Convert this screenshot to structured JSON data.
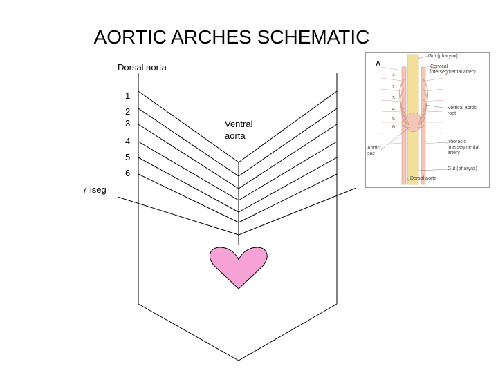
{
  "title": "AORTIC ARCHES SCHEMATIC",
  "labels": {
    "dorsal_aorta": "Dorsal aorta",
    "arch_1": "1",
    "arch_2": "2",
    "arch_3": "3",
    "arch_4": "4",
    "arch_5": "5",
    "arch_6": "6",
    "seg_7": "7 iseg",
    "ventral_aorta": "Ventral aorta"
  },
  "heart_color": "#f7a2d6",
  "inset": {
    "panel_letter": "A",
    "gut_pharynx_top": "Gut (pharynx)",
    "cervical": "Cervical intersegmental artery",
    "vertical": "Vertical aortic root",
    "thoracic": "Thoracic intersegmental artery",
    "aortic_sac": "Aortic sac",
    "gut_pharynx_bottom": "Gut (pharynx)",
    "dorsal_aorta": "Dorsal aorta",
    "nums": [
      "1",
      "2",
      "3",
      "4",
      "5",
      "6"
    ]
  }
}
